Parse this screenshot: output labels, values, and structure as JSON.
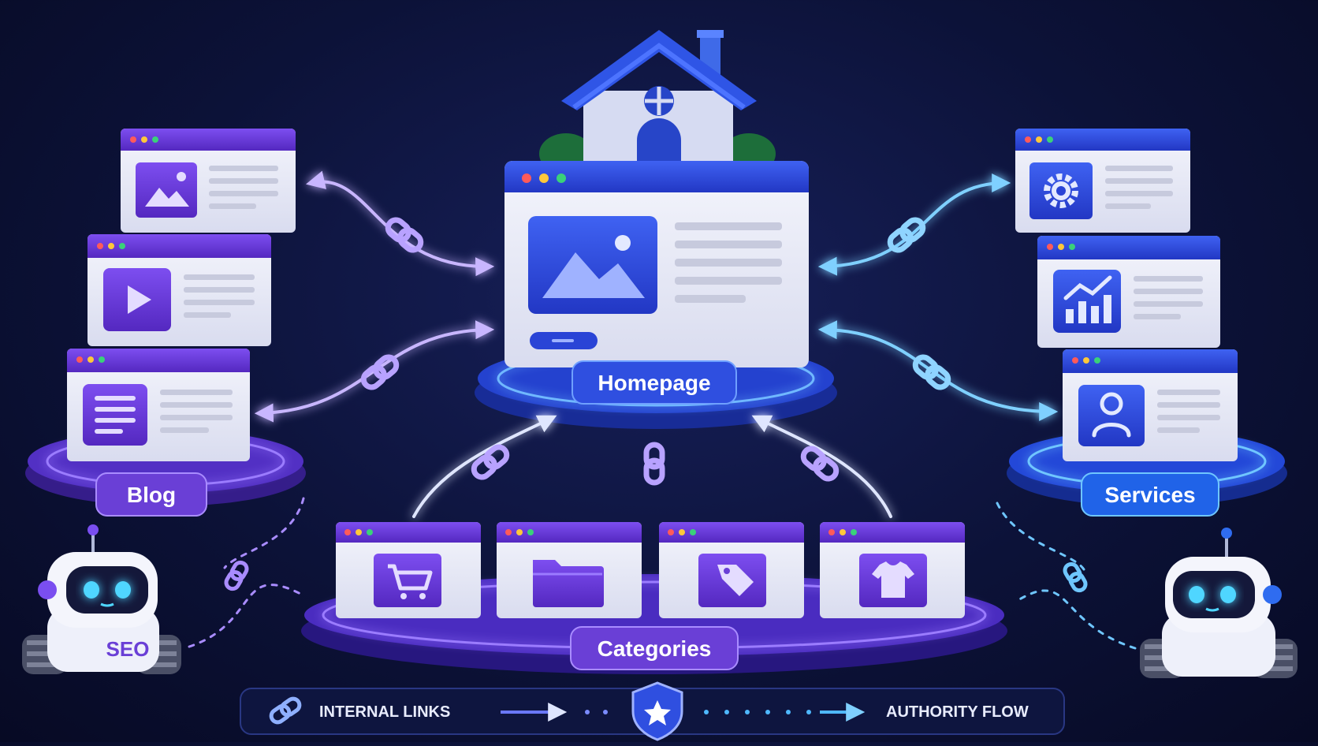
{
  "hub": {
    "label": "Homepage"
  },
  "clusters": {
    "blog": {
      "label": "Blog"
    },
    "services": {
      "label": "Services"
    },
    "categories": {
      "label": "Categories"
    }
  },
  "robot": {
    "badge": "SEO"
  },
  "legend": {
    "internal_links": "INTERNAL LINKS",
    "authority_flow": "AUTHORITY FLOW"
  },
  "colors": {
    "background": "#0c1238",
    "blue": "#2f4fe0",
    "purple": "#6a3fd6",
    "cyan": "#4fb8ff",
    "lilac": "#b9a4ff",
    "card": "#e9ebf7"
  },
  "icons": {
    "blog_cards": [
      "image-icon",
      "play-icon",
      "article-icon"
    ],
    "service_cards": [
      "gear-icon",
      "chart-icon",
      "user-icon"
    ],
    "category_cards": [
      "cart-icon",
      "folder-icon",
      "tag-icon",
      "shirt-icon"
    ]
  }
}
